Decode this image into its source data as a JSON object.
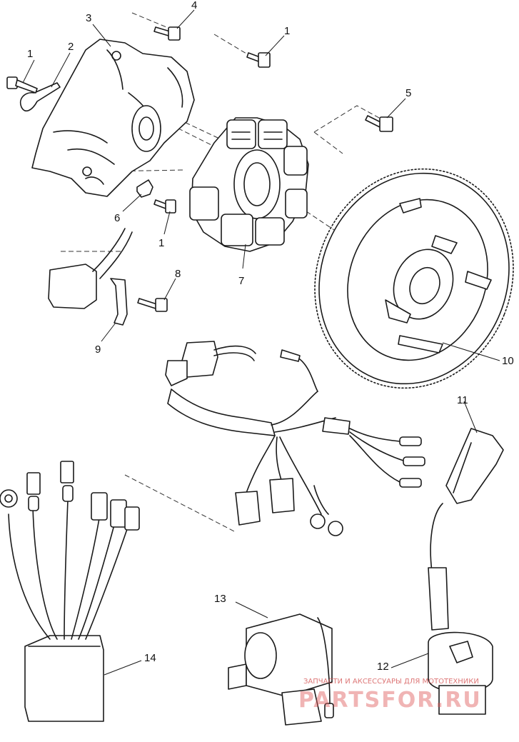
{
  "callouts": {
    "c1a": "1",
    "c1b": "1",
    "c1c": "1",
    "c2": "2",
    "c3": "3",
    "c4": "4",
    "c5": "5",
    "c6": "6",
    "c7": "7",
    "c8": "8",
    "c9": "9",
    "c10": "10",
    "c11": "11",
    "c12": "12",
    "c13": "13",
    "c14": "14"
  },
  "watermark": {
    "tagline": "ЗАПЧАСТИ И АКСЕССУАРЫ ДЛЯ МОТОТЕХНИКИ",
    "logo": "PARTSFOR.RU"
  }
}
